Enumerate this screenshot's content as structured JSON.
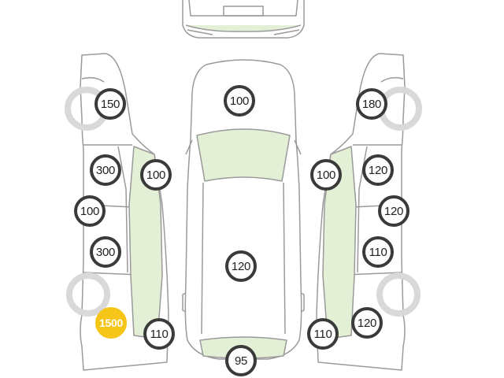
{
  "colors": {
    "outline": "#9a9a9a",
    "glass": "#e3f0d6",
    "badge_border": "#3a3a3a",
    "highlight": "#f5c518",
    "wheel": "#d9d9d9"
  },
  "parts": {
    "left_front_fender": "150",
    "left_front_door": "300",
    "left_a_pillar": "100",
    "left_b_pillar": "100",
    "left_rear_door": "300",
    "left_rear_fender": "1500",
    "left_rear_bumper_corner": "110",
    "hood": "100",
    "roof": "120",
    "rear_bumper": "95",
    "right_front_fender": "180",
    "right_a_pillar": "100",
    "right_front_door": "120",
    "right_b_pillar": "120",
    "right_rear_door": "110",
    "right_rear_fender": "120",
    "right_rear_bumper_corner": "110"
  }
}
